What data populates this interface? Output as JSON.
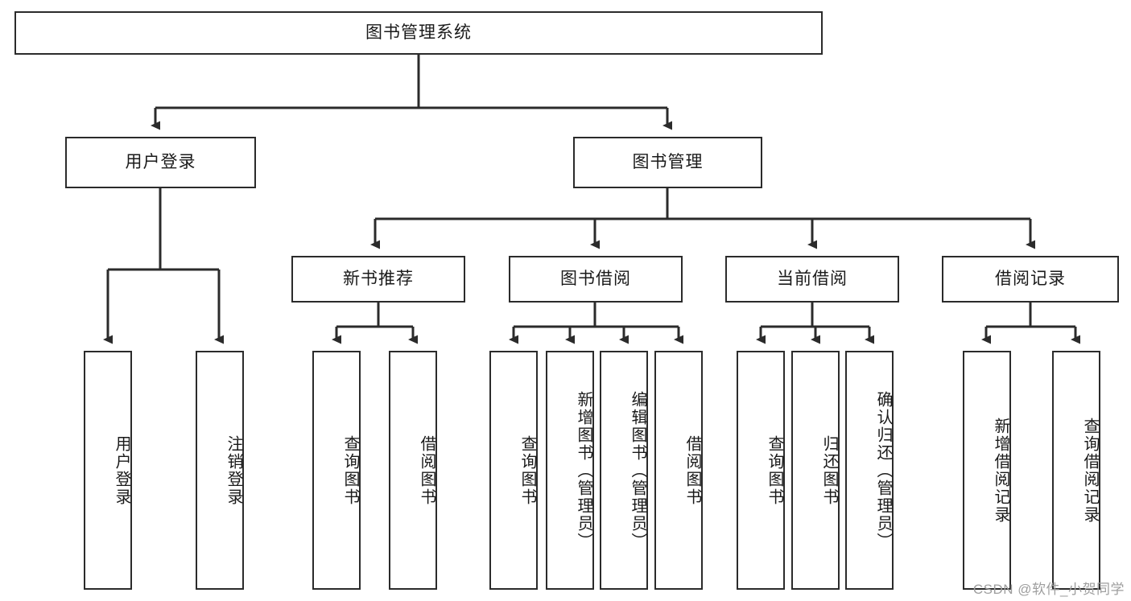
{
  "diagram": {
    "title": "图书管理系统",
    "type": "hierarchy-tree",
    "root": {
      "label": "图书管理系统"
    },
    "level2": [
      {
        "label": "用户登录"
      },
      {
        "label": "图书管理"
      }
    ],
    "level3": [
      {
        "label": "新书推荐"
      },
      {
        "label": "图书借阅"
      },
      {
        "label": "当前借阅"
      },
      {
        "label": "借阅记录"
      }
    ],
    "leaves": {
      "user_login": [
        {
          "label": "用户登录"
        },
        {
          "label": "注销登录"
        }
      ],
      "new_book_recommend": [
        {
          "label": "查询图书"
        },
        {
          "label": "借阅图书"
        }
      ],
      "book_borrow": [
        {
          "label": "查询图书"
        },
        {
          "label": "新增图书（管理员）"
        },
        {
          "label": "编辑图书（管理员）"
        },
        {
          "label": "借阅图书"
        }
      ],
      "current_borrow": [
        {
          "label": "查询图书"
        },
        {
          "label": "归还图书"
        },
        {
          "label": "确认归还（管理员）"
        }
      ],
      "borrow_records": [
        {
          "label": "新增借阅记录"
        },
        {
          "label": "查询借阅记录"
        }
      ]
    }
  },
  "watermark": {
    "text": "CSDN @软件_小贺同学"
  },
  "colors": {
    "stroke": "#2b2b2b",
    "background": "#ffffff",
    "text": "#1a1a1a",
    "watermark": "#9e9e9e"
  }
}
